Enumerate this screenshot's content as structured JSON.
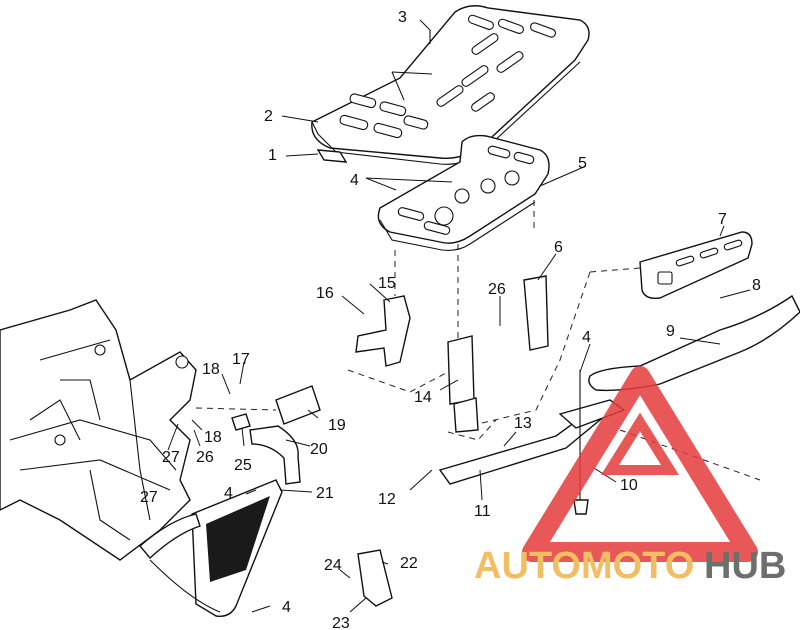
{
  "diagram": {
    "callouts": [
      "1",
      "2",
      "3",
      "4",
      "4",
      "4",
      "4",
      "5",
      "6",
      "7",
      "8",
      "9",
      "10",
      "11",
      "12",
      "13",
      "14",
      "15",
      "16",
      "17",
      "18",
      "18",
      "19",
      "20",
      "21",
      "22",
      "23",
      "24",
      "25",
      "26",
      "26",
      "27",
      "27"
    ]
  },
  "watermark": {
    "word_left": "AUTOMOTO",
    "word_right": "HUB",
    "color_left": "#f2b24a",
    "color_right": "#555555",
    "triangle_color": "#e63b3b"
  }
}
